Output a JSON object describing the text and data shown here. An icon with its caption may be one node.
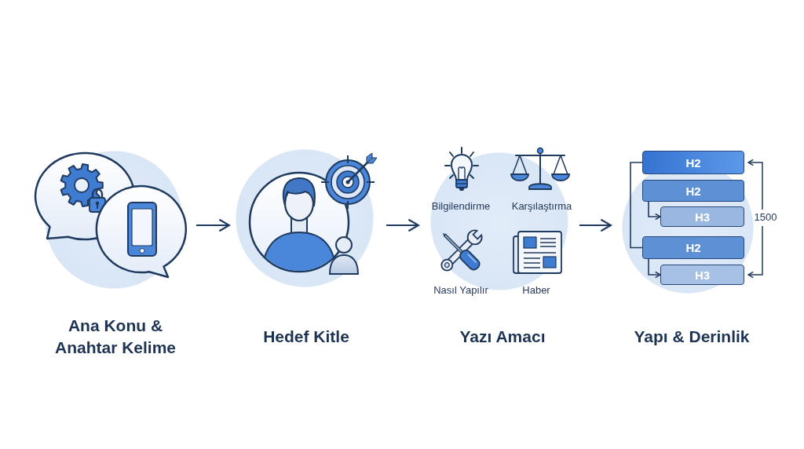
{
  "diagram": {
    "nodes": [
      {
        "text": [
          "Ana Konu & Anahtar Kelime"
        ]
      },
      {
        "text": [
          "Hedef Kitle"
        ]
      },
      {
        "text": [
          "Yazı Amacı"
        ]
      },
      {
        "text": [
          "Yapı & Derinlik"
        ]
      },
      {
        "text": [
          "H2"
        ],
        "in": 3
      },
      {
        "text": [
          "H2"
        ],
        "in": 3
      },
      {
        "text": [
          "H3"
        ],
        "in": 3
      },
      {
        "text": [
          "H2"
        ],
        "in": 3
      },
      {
        "text": [
          "H3"
        ],
        "in": 3
      }
    ],
    "edges": [
      {
        "from": 0,
        "to": 1,
        "arrow": "to"
      },
      {
        "from": 1,
        "to": 2,
        "arrow": "to"
      },
      {
        "from": 2,
        "to": 3,
        "arrow": "to"
      },
      {
        "from": 4,
        "to": 7,
        "arrow": "none"
      },
      {
        "from": 5,
        "to": 6,
        "arrow": "to"
      },
      {
        "from": 7,
        "to": 8,
        "arrow": "to"
      }
    ],
    "labels": [
      "Bilgilendirme",
      "Karşılaştırma",
      "Nasıl Yapılır",
      "Haber",
      "1500"
    ]
  }
}
